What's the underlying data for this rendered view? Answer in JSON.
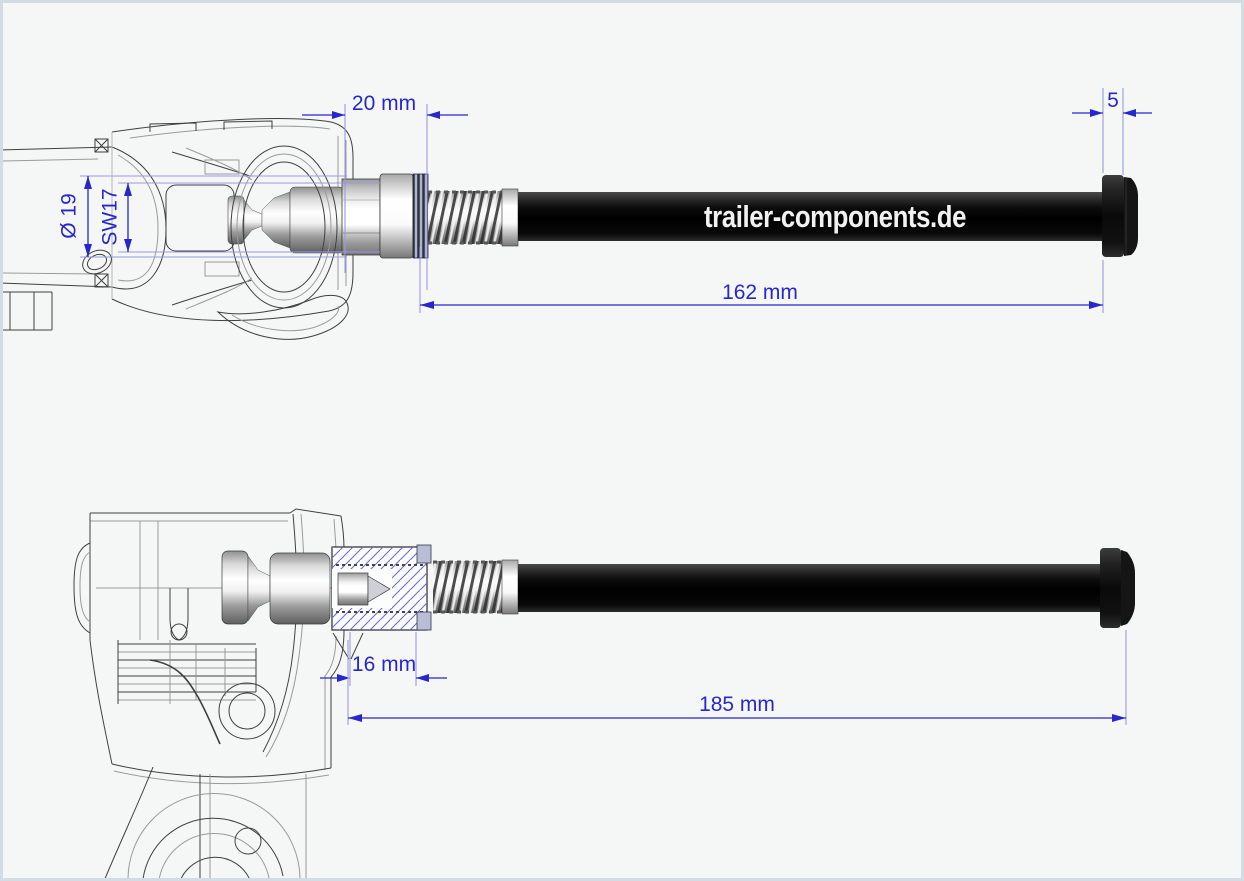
{
  "drawing": {
    "brand": "trailer-components.de",
    "top_view": {
      "dim_nut_length": "20 mm",
      "dim_head_width": "5",
      "dim_shaft_length": "162 mm",
      "dim_diameter": "Ø 19",
      "dim_wrench": "SW17"
    },
    "bottom_view": {
      "dim_thread_depth": "16 mm",
      "dim_overall_length": "185 mm"
    },
    "colors": {
      "dimension_blue": "#2727cc",
      "extension_blue": "#9a9ae0",
      "hatch_blue": "#6b6bd8",
      "frame_border": "#d3dce2",
      "canvas_background": "#f5f7f7",
      "shaft_black": "#0a0a0a",
      "brand_text": "#f1f1f1"
    }
  }
}
